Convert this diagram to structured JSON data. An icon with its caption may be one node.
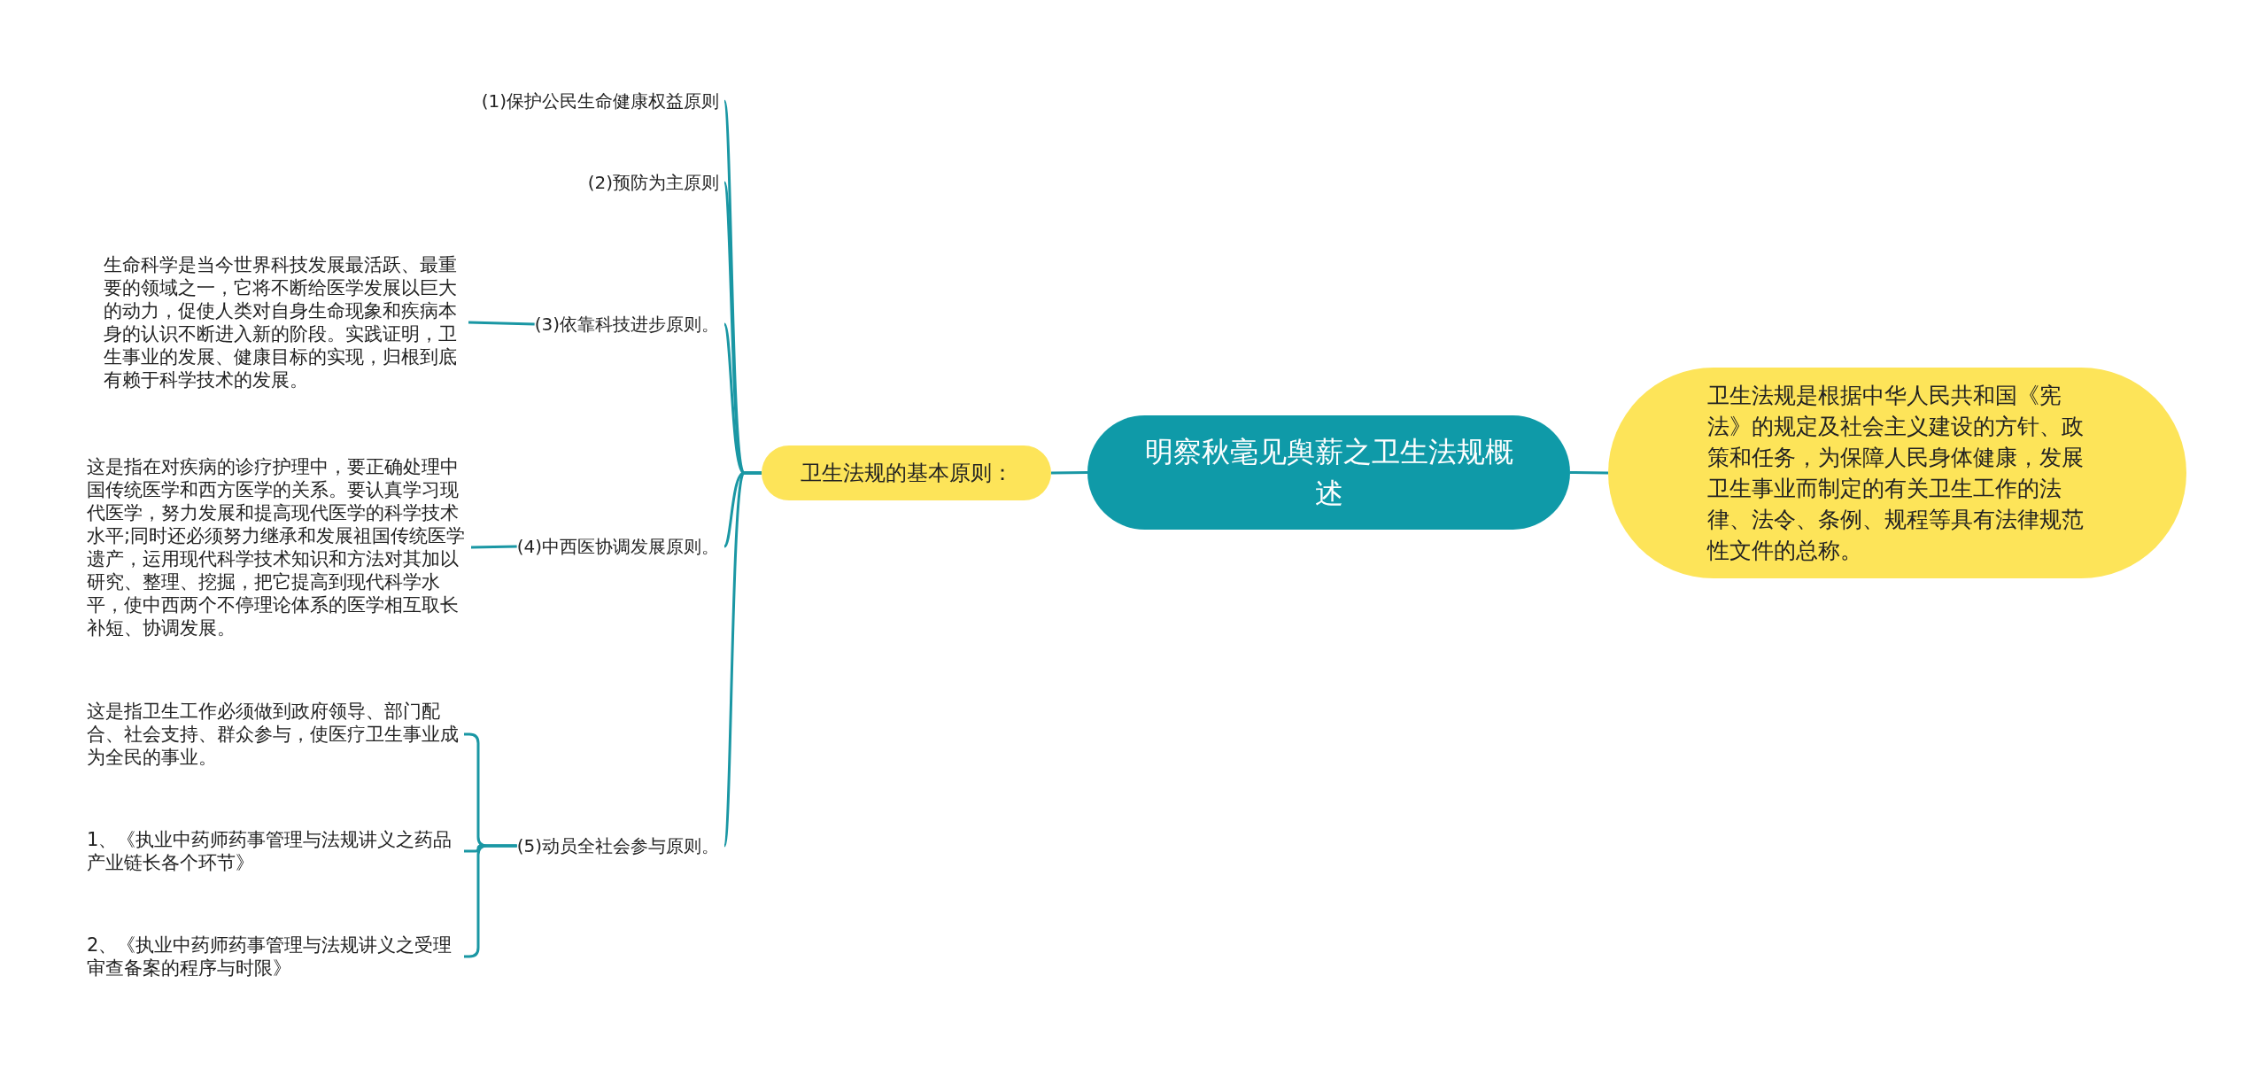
{
  "diagram": {
    "nodes": [
      {
        "text": [
          "明察秋毫见舆薪之卫生法规概述"
        ]
      },
      {
        "text": [
          "卫生法规是根据中华人民共和国《宪法》的规定及社会主义建设的方针、政策和任务，为保障人民身体健康，发展卫生事业而制定的有关卫生工作的法律、法令、条例、规程等具有法律规范性文件的总称。"
        ]
      },
      {
        "text": [
          "卫生法规的基本原则："
        ]
      },
      {
        "text": [
          "(1)保护公民生命健康权益原则"
        ]
      },
      {
        "text": [
          "(2)预防为主原则"
        ]
      },
      {
        "text": [
          "(3)依靠科技进步原则。"
        ]
      },
      {
        "text": [
          "生命科学是当今世界科技发展最活跃、最重要的领域之一，它将不断给医学发展以巨大的动力，促使人类对自身生命现象和疾病本身的认识不断进入新的阶段。实践证明，卫生事业的发展、健康目标的实现，归根到底有赖于科学技术的发展。"
        ]
      },
      {
        "text": [
          "(4)中西医协调发展原则。"
        ]
      },
      {
        "text": [
          "这是指在对疾病的诊疗护理中，要正确处理中国传统医学和西方医学的关系。要认真学习现代医学，努力发展和提高现代医学的科学技术水平;同时还必须努力继承和发展祖国传统医学遗产，运用现代科学技术知识和方法对其加以研究、整理、挖掘，把它提高到现代科学水平，使中西两个不停理论体系的医学相互取长补短、协调发展。"
        ]
      },
      {
        "text": [
          "(5)动员全社会参与原则。"
        ]
      },
      {
        "text": [
          "这是指卫生工作必须做到政府领导、部门配合、社会支持、群众参与，使医疗卫生事业成为全民的事业。"
        ]
      },
      {
        "text": [
          "1、《执业中药师药事管理与法规讲义之药品产业链长各个环节》"
        ]
      },
      {
        "text": [
          "2、《执业中药师药事管理与法规讲义之受理审查备案的程序与时限》"
        ]
      }
    ],
    "edges": [
      {
        "from": 0,
        "to": 1,
        "arrow": "none"
      },
      {
        "from": 0,
        "to": 2,
        "arrow": "none"
      },
      {
        "from": 2,
        "to": 3,
        "arrow": "none"
      },
      {
        "from": 2,
        "to": 4,
        "arrow": "none"
      },
      {
        "from": 2,
        "to": 5,
        "arrow": "none"
      },
      {
        "from": 2,
        "to": 7,
        "arrow": "none"
      },
      {
        "from": 2,
        "to": 9,
        "arrow": "none"
      },
      {
        "from": 5,
        "to": 6,
        "arrow": "none"
      },
      {
        "from": 7,
        "to": 8,
        "arrow": "none"
      },
      {
        "from": 9,
        "to": 10,
        "arrow": "none"
      },
      {
        "from": 9,
        "to": 11,
        "arrow": "none"
      },
      {
        "from": 9,
        "to": 12,
        "arrow": "none"
      }
    ]
  }
}
